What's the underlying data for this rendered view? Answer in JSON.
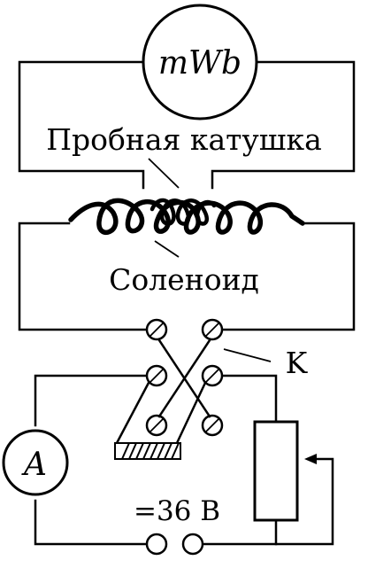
{
  "meters": {
    "fluxmeter_label": "mWb",
    "ammeter_label": "A"
  },
  "labels": {
    "probe_coil": "Пробная катушка",
    "solenoid": "Соленоид",
    "switch": "K",
    "source": "=36 В"
  }
}
